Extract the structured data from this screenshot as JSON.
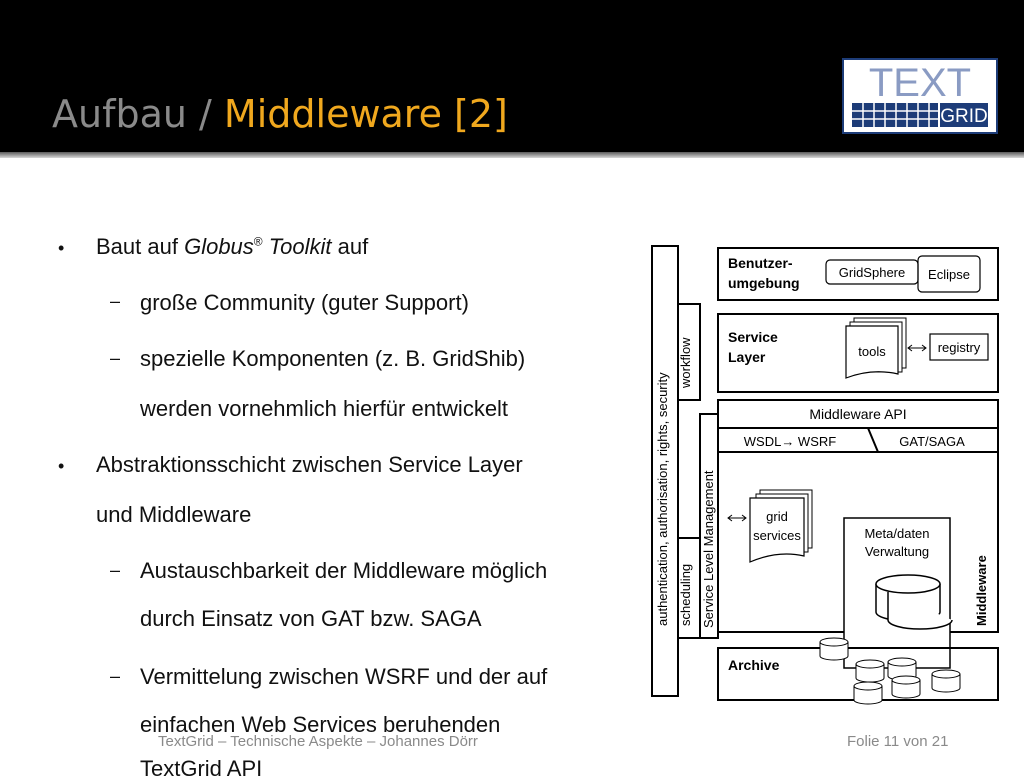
{
  "title": {
    "prefix": "Aufbau / ",
    "main": "Middleware [2]"
  },
  "logo": {
    "top_text": "TEXT",
    "bottom_text": "GRID"
  },
  "bullets": {
    "b1_pre": "Baut auf ",
    "b1_globus": "Globus",
    "b1_reg": "®",
    "b1_toolkit": " Toolkit",
    "b1_post": " auf",
    "s1": "große Community (guter Support)",
    "s2_l1": "spezielle Komponenten (z. B. GridShib)",
    "s2_l2": "werden vornehmlich hierfür entwickelt",
    "b2_l1": "Abstraktionsschicht zwischen Service Layer",
    "b2_l2": "und Middleware",
    "s3_l1": "Austauschbarkeit der Middleware möglich",
    "s3_l2": "durch Einsatz von GAT bzw. SAGA",
    "s4_l1": "Vermittelung zwischen WSRF und der auf",
    "s4_l2": "einfachen Web Services beruhenden",
    "s4_l3": "TextGrid API"
  },
  "diagram": {
    "benutzer_l1": "Benutzer-",
    "benutzer_l2": "umgebung",
    "gridsphere": "GridSphere",
    "eclipse": "Eclipse",
    "service_l1": "Service",
    "service_l2": "Layer",
    "tools": "tools",
    "registry": "registry",
    "middleware_api": "Middleware API",
    "wsdl_wsrf": "WSDL→ WSRF",
    "gat_saga": "GAT/SAGA",
    "grid_l1": "grid",
    "grid_l2": "services",
    "metadaten_l1": "Meta/daten",
    "metadaten_l2": "Verwaltung",
    "middleware_side": "Middleware",
    "archive": "Archive",
    "auth_label": "authentication, authorisation, rights, security",
    "workflow": "workflow",
    "slm": "Service Level Management",
    "scheduling": "scheduling"
  },
  "footer": {
    "left": "TextGrid  –  Technische Aspekte  –  Johannes Dörr",
    "right": "Folie 11 von 21"
  }
}
